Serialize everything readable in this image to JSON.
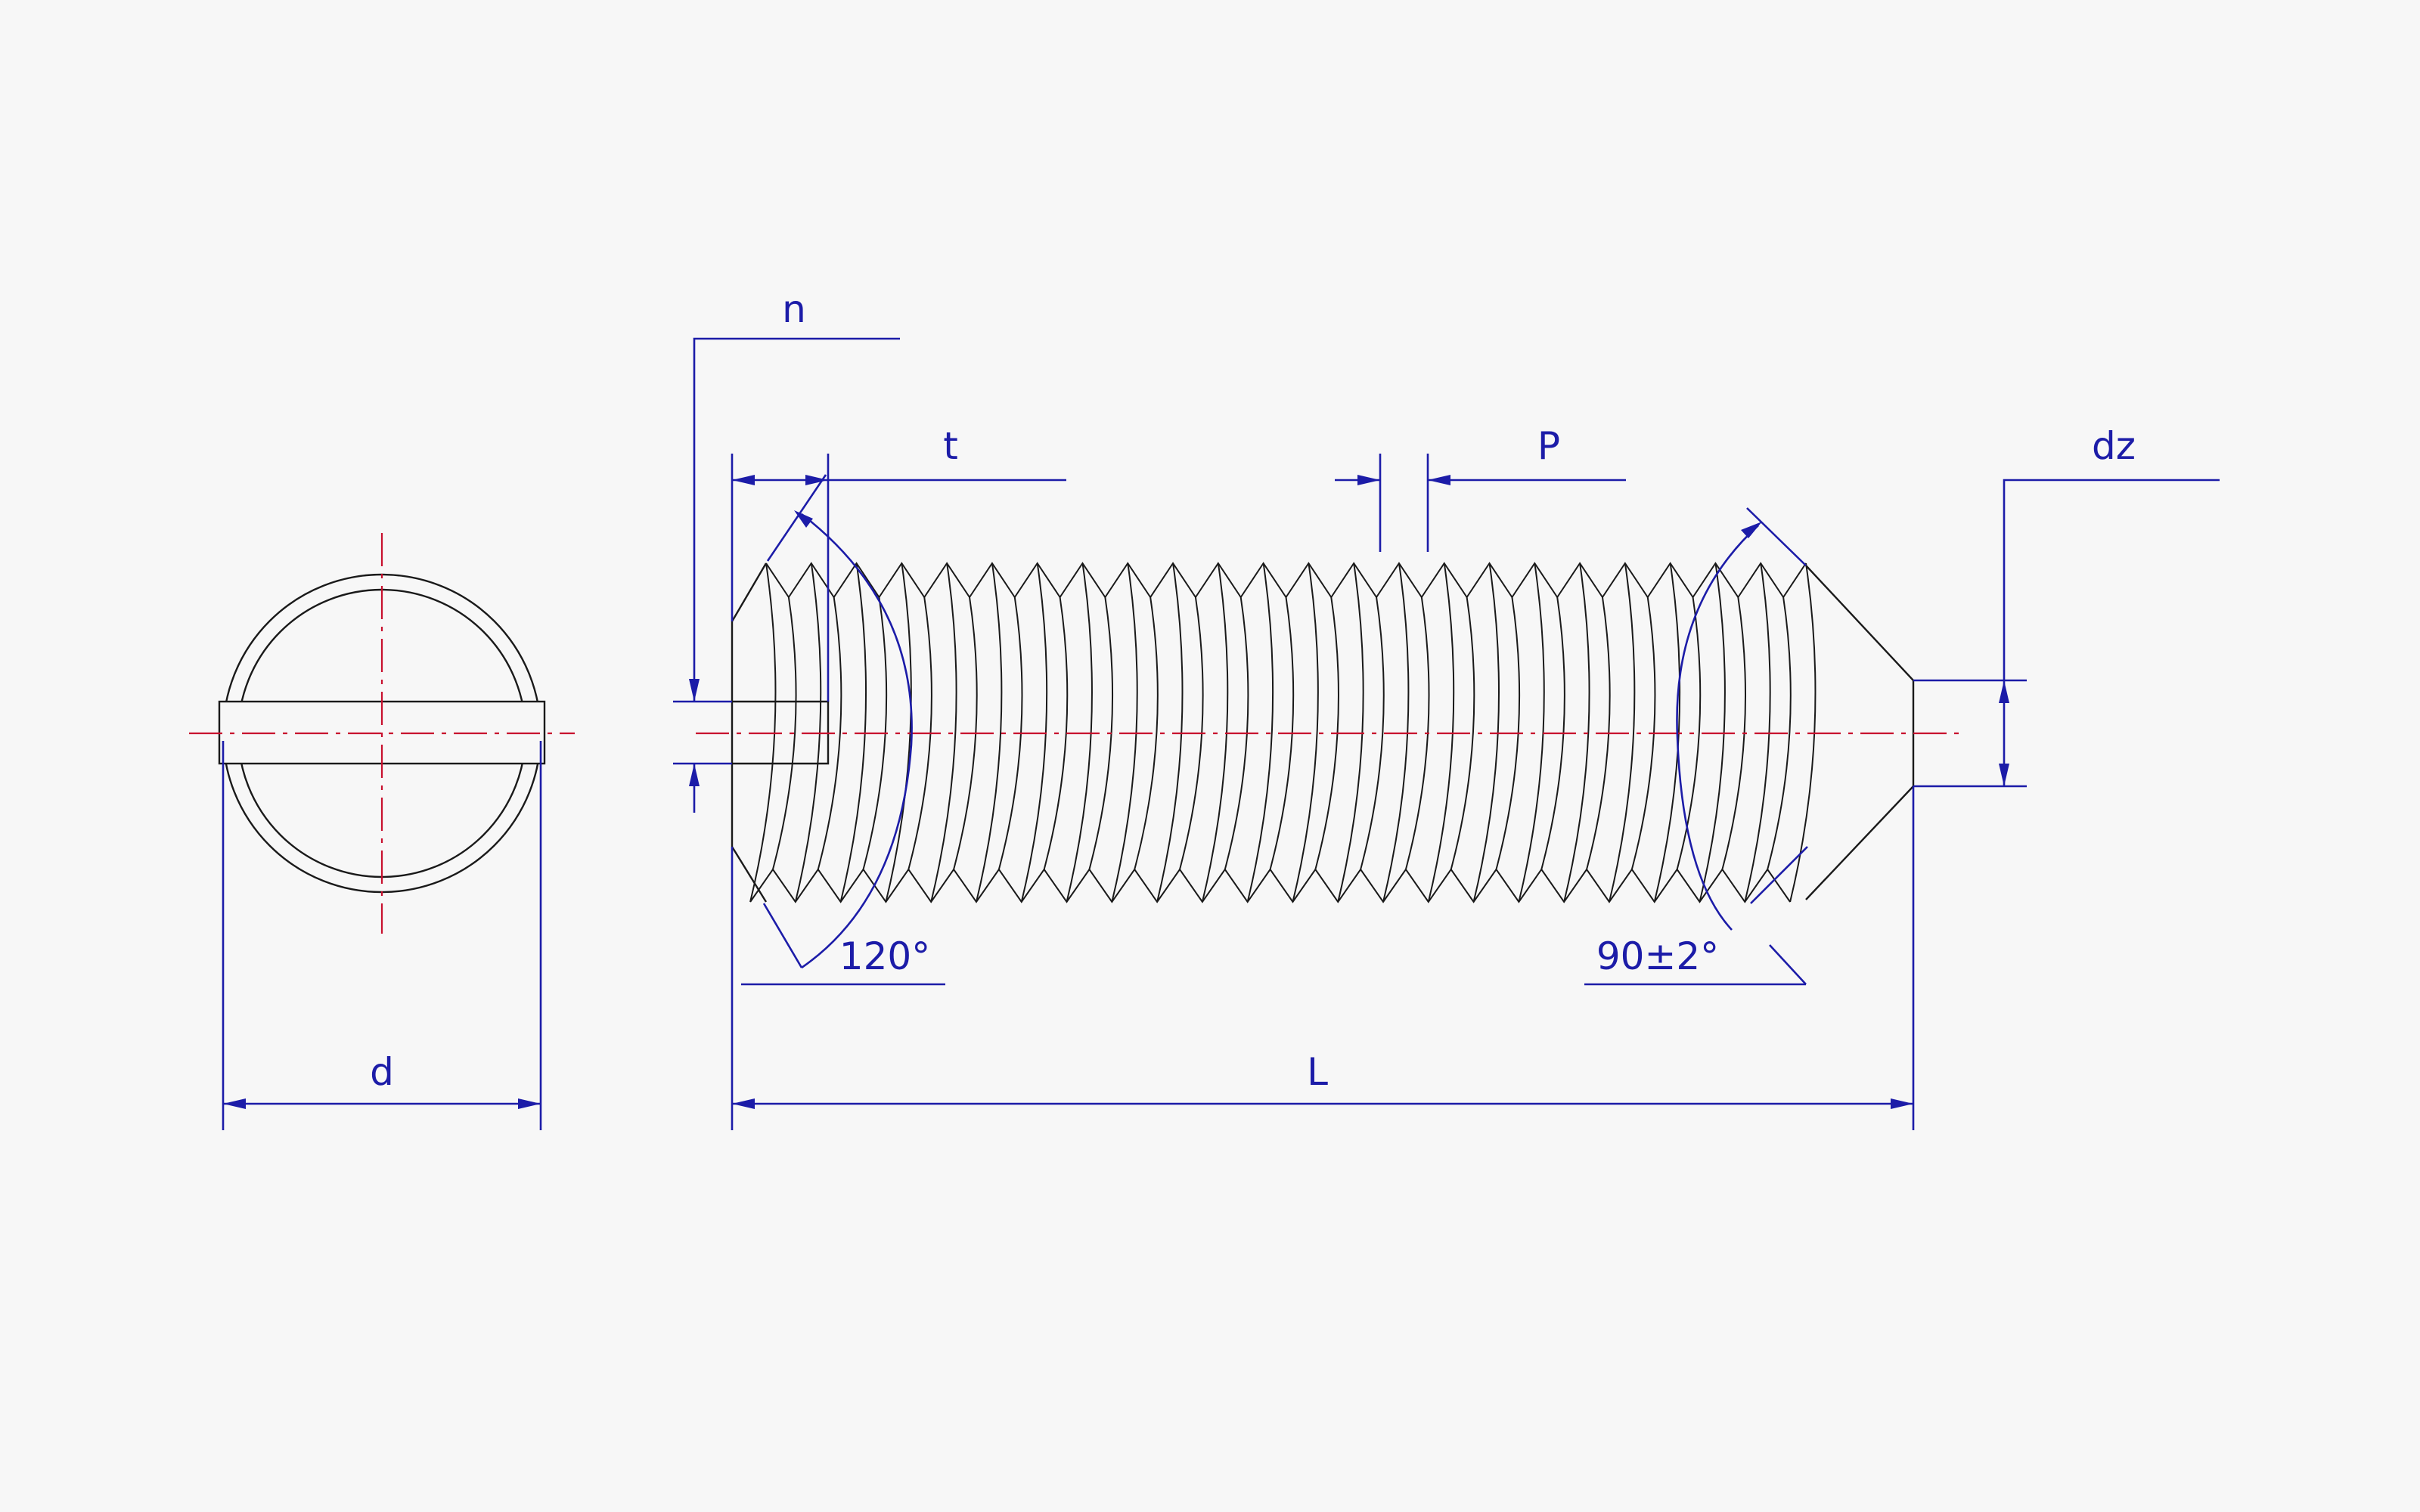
{
  "drawing": {
    "subject": "slotted set screw with cone point",
    "colors": {
      "background": "#f7f7f7",
      "outline": "#1a1a1a",
      "dimension": "#1c1ca8",
      "centerline": "#c8102e"
    },
    "dimensions": {
      "slot_width": "n",
      "slot_depth": "t",
      "pitch": "P",
      "point_diameter": "dz",
      "diameter": "d",
      "length": "L"
    },
    "angles": {
      "slot_end": "120°",
      "cone_point": "90±2°"
    },
    "thread_count": 23
  }
}
